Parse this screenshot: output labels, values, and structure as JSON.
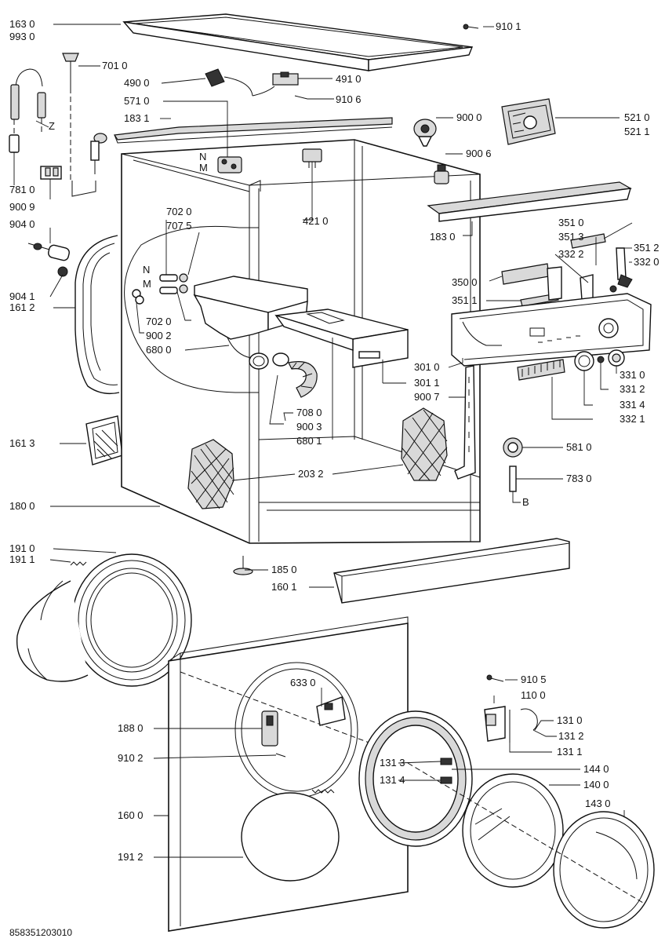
{
  "labels": {
    "l1630": "163 0",
    "l9930": "993 0",
    "l7010": "701 0",
    "l4900": "490 0",
    "l5710": "571 0",
    "l1831": "183 1",
    "l7810": "781 0",
    "l9009": "900 9",
    "l9040": "904 0",
    "l9041": "904 1",
    "l1612": "161 2",
    "l7020a": "702 0",
    "l7075": "707 5",
    "l7020b": "702 0",
    "l9002": "900 2",
    "l6800": "680 0",
    "l1613": "161 3",
    "l1800": "180 0",
    "l1910": "191 0",
    "l1911": "191 1",
    "l1850": "185 0",
    "l1601": "160 1",
    "l1880": "188 0",
    "l9102": "910 2",
    "l1600": "160 0",
    "l1912": "191 2",
    "l6330": "633 0",
    "l9101": "910 1",
    "l4910": "491 0",
    "l9106": "910 6",
    "l9000": "900 0",
    "l5210": "521 0",
    "l5211": "521 1",
    "l9006": "900 6",
    "l4210": "421 0",
    "l1830": "183 0",
    "l3510": "351 0",
    "l3513": "351 3",
    "l3512": "351 2",
    "l3322": "332 2",
    "l3320": "332 0",
    "l3500": "350 0",
    "l3511": "351 1",
    "l3010": "301 0",
    "l3011": "301 1",
    "l9007": "900 7",
    "l3310": "331 0",
    "l3312": "331 2",
    "l3314": "331 4",
    "l3321": "332 1",
    "l7080": "708 0",
    "l9003": "900 3",
    "l6801": "680 1",
    "l2032": "203 2",
    "l5810": "581 0",
    "l7830": "783 0",
    "lB": "B",
    "lZ": "Z",
    "lN1": "N",
    "lM1": "M",
    "lN2": "N",
    "lM2": "M",
    "l9105": "910 5",
    "l1100": "110 0",
    "l1310": "131 0",
    "l1312": "131 2",
    "l1311": "131 1",
    "l1313": "131 3",
    "l1314": "131 4",
    "l1440": "144 0",
    "l1400": "140 0",
    "l1430": "143 0"
  },
  "footer": {
    "docnum": "858351203010"
  }
}
